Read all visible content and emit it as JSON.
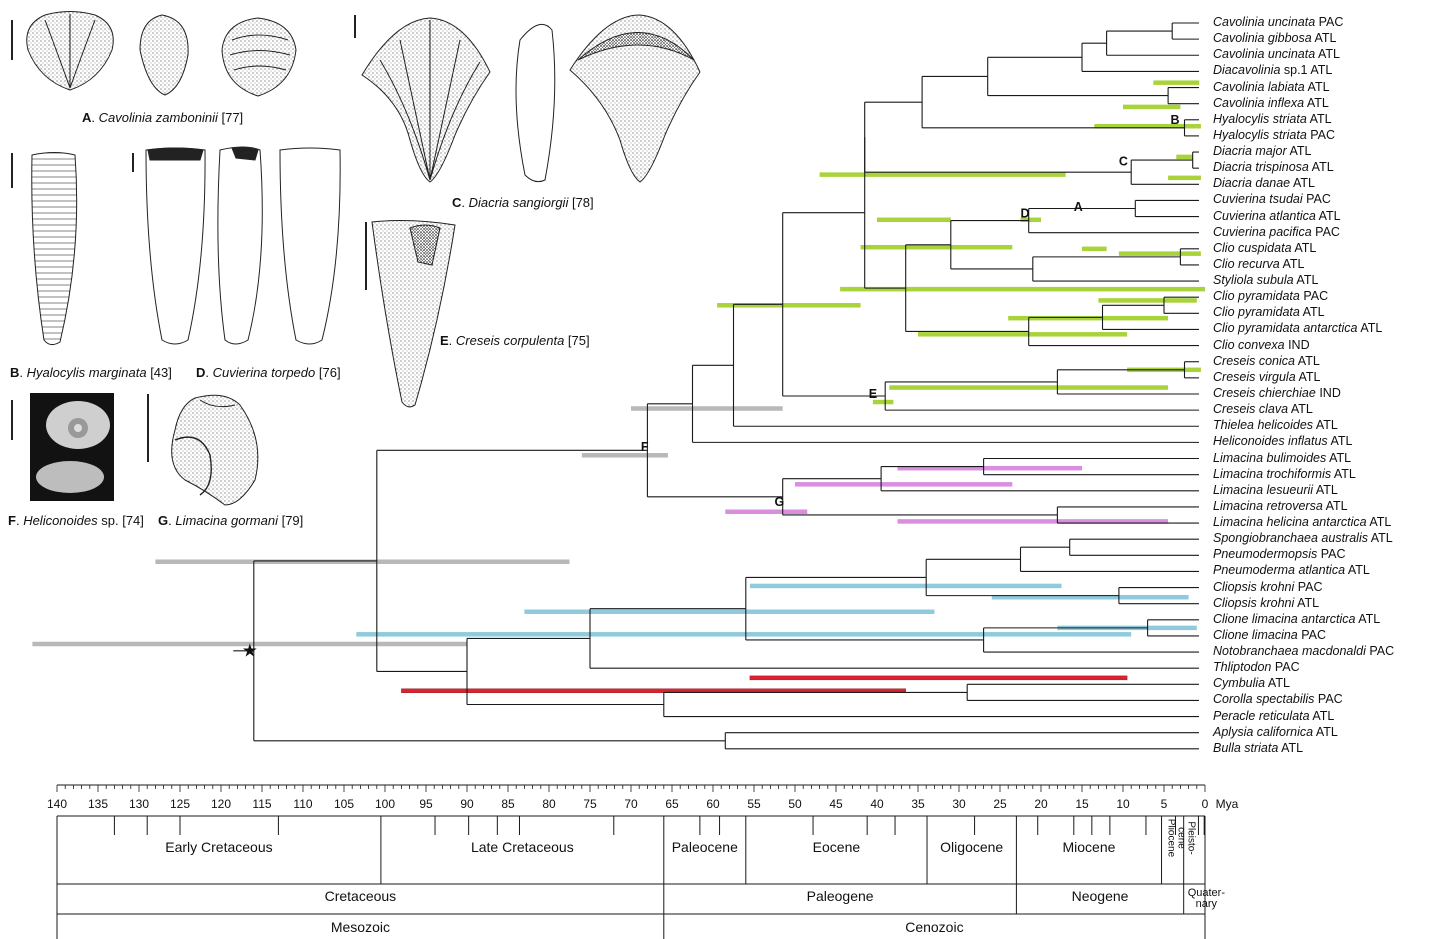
{
  "colors": {
    "line": "#1a1a1a",
    "green": "#a9d33a",
    "magenta": "#d98ee0",
    "blue": "#8fcbdc",
    "red": "#d9232f",
    "gray": "#b8b8b8"
  },
  "fossils": [
    {
      "letter": "A",
      "name": "Cavolinia zamboninii",
      "ref": "[77]",
      "icon": "shell-cavolinia-icon"
    },
    {
      "letter": "B",
      "name": "Hyalocylis marginata",
      "ref": "[43]",
      "icon": "shell-hyalocylis-icon"
    },
    {
      "letter": "C",
      "name": "Diacria sangiorgii",
      "ref": "[78]",
      "icon": "shell-diacria-icon"
    },
    {
      "letter": "D",
      "name": "Cuvierina torpedo",
      "ref": "[76]",
      "icon": "shell-cuvierina-icon"
    },
    {
      "letter": "E",
      "name": "Creseis corpulenta",
      "ref": "[75]",
      "icon": "shell-creseis-icon"
    },
    {
      "letter": "F",
      "name": "Heliconoides",
      "suffix": " sp.",
      "ref": "[74]",
      "icon": "shell-heliconoides-icon"
    },
    {
      "letter": "G",
      "name": "Limacina gormani",
      "ref": "[79]",
      "icon": "shell-limacina-icon"
    }
  ],
  "tips": [
    {
      "genus": "Cavolinia uncinata",
      "ocean": "PAC"
    },
    {
      "genus": "Cavolinia gibbosa",
      "ocean": "ATL"
    },
    {
      "genus": "Cavolinia uncinata",
      "ocean": "ATL"
    },
    {
      "genus": "Diacavolinia",
      "extra": " sp.1",
      "ocean": "ATL"
    },
    {
      "genus": "Cavolinia labiata",
      "ocean": "ATL"
    },
    {
      "genus": "Cavolinia inflexa",
      "ocean": "ATL"
    },
    {
      "genus": "Hyalocylis striata",
      "ocean": "ATL"
    },
    {
      "genus": "Hyalocylis striata",
      "ocean": "PAC"
    },
    {
      "genus": "Diacria major",
      "ocean": "ATL"
    },
    {
      "genus": "Diacria trispinosa",
      "ocean": "ATL"
    },
    {
      "genus": "Diacria danae",
      "ocean": "ATL"
    },
    {
      "genus": "Cuvierina tsudai",
      "ocean": "PAC"
    },
    {
      "genus": "Cuvierina atlantica",
      "ocean": "ATL"
    },
    {
      "genus": "Cuvierina pacifica",
      "ocean": "PAC"
    },
    {
      "genus": "Clio cuspidata",
      "ocean": "ATL"
    },
    {
      "genus": "Clio recurva",
      "ocean": "ATL"
    },
    {
      "genus": "Styliola subula",
      "ocean": "ATL"
    },
    {
      "genus": "Clio pyramidata",
      "ocean": "PAC"
    },
    {
      "genus": "Clio pyramidata",
      "ocean": "ATL"
    },
    {
      "genus": "Clio pyramidata antarctica",
      "ocean": "ATL"
    },
    {
      "genus": "Clio convexa",
      "ocean": "IND"
    },
    {
      "genus": "Creseis conica",
      "ocean": "ATL"
    },
    {
      "genus": "Creseis virgula",
      "ocean": "ATL"
    },
    {
      "genus": "Creseis chierchiae",
      "ocean": "IND"
    },
    {
      "genus": "Creseis clava",
      "ocean": "ATL"
    },
    {
      "genus": "Thielea helicoides",
      "ocean": "ATL"
    },
    {
      "genus": "Heliconoides inflatus",
      "ocean": "ATL"
    },
    {
      "genus": "Limacina bulimoides",
      "ocean": "ATL"
    },
    {
      "genus": "Limacina trochiformis",
      "ocean": "ATL"
    },
    {
      "genus": "Limacina lesueurii",
      "ocean": "ATL"
    },
    {
      "genus": "Limacina retroversa",
      "ocean": "ATL"
    },
    {
      "genus": "Limacina helicina antarctica",
      "ocean": "ATL"
    },
    {
      "genus": "Spongiobranchaea australis",
      "ocean": "ATL"
    },
    {
      "genus": "Pneumodermopsis",
      "ocean": "PAC"
    },
    {
      "genus": "Pneumoderma atlantica",
      "ocean": "ATL"
    },
    {
      "genus": "Cliopsis krohni",
      "ocean": "PAC"
    },
    {
      "genus": "Cliopsis krohni",
      "ocean": "ATL"
    },
    {
      "genus": "Clione limacina antarctica",
      "ocean": "ATL"
    },
    {
      "genus": "Clione limacina",
      "ocean": "PAC"
    },
    {
      "genus": "Notobranchaea macdonaldi",
      "ocean": "PAC"
    },
    {
      "genus": "Thliptodon",
      "ocean": "PAC"
    },
    {
      "genus": "Cymbulia",
      "ocean": "ATL"
    },
    {
      "genus": "Corolla spectabilis",
      "ocean": "PAC"
    },
    {
      "genus": "Peracle reticulata",
      "ocean": "ATL"
    },
    {
      "genus": "Aplysia californica",
      "ocean": "ATL"
    },
    {
      "genus": "Bulla striata",
      "ocean": "ATL"
    }
  ],
  "node_labels": [
    "A",
    "B",
    "C",
    "D",
    "E",
    "F",
    "G"
  ],
  "star": "★",
  "axis": {
    "unit": "Mya",
    "ticks": [
      140,
      135,
      130,
      125,
      120,
      115,
      110,
      105,
      100,
      95,
      90,
      85,
      80,
      75,
      70,
      65,
      60,
      55,
      50,
      45,
      40,
      35,
      30,
      25,
      20,
      15,
      10,
      5,
      0
    ],
    "minor_step": 1
  },
  "timescale": {
    "epochs": [
      {
        "name": "Early Cretaceous",
        "start": 140,
        "end": 100.5
      },
      {
        "name": "Late Cretaceous",
        "start": 100.5,
        "end": 66
      },
      {
        "name": "Paleocene",
        "start": 66,
        "end": 56
      },
      {
        "name": "Eocene",
        "start": 56,
        "end": 33.9
      },
      {
        "name": "Oligocene",
        "start": 33.9,
        "end": 23
      },
      {
        "name": "Miocene",
        "start": 23,
        "end": 5.3
      },
      {
        "name": "Pliocene",
        "start": 5.3,
        "end": 2.6
      },
      {
        "name": "Pleisto-\ncene",
        "start": 2.6,
        "end": 0
      }
    ],
    "stage_boundaries": [
      133,
      129,
      125,
      113,
      93.9,
      89.8,
      86.3,
      83.6,
      72.1,
      61.6,
      59.2,
      47.8,
      41.2,
      37.8,
      28.1,
      20.4,
      16,
      13.8,
      11.6,
      7.2,
      3.6,
      0.8,
      0.1
    ],
    "periods": [
      {
        "name": "Cretaceous",
        "start": 140,
        "end": 66
      },
      {
        "name": "Paleogene",
        "start": 66,
        "end": 23
      },
      {
        "name": "Neogene",
        "start": 23,
        "end": 2.6
      },
      {
        "name": "Quater-\nnary",
        "start": 2.6,
        "end": 0
      }
    ],
    "eras": [
      {
        "name": "Mesozoic",
        "start": 140,
        "end": 66
      },
      {
        "name": "Cenozoic",
        "start": 66,
        "end": 0
      }
    ]
  }
}
